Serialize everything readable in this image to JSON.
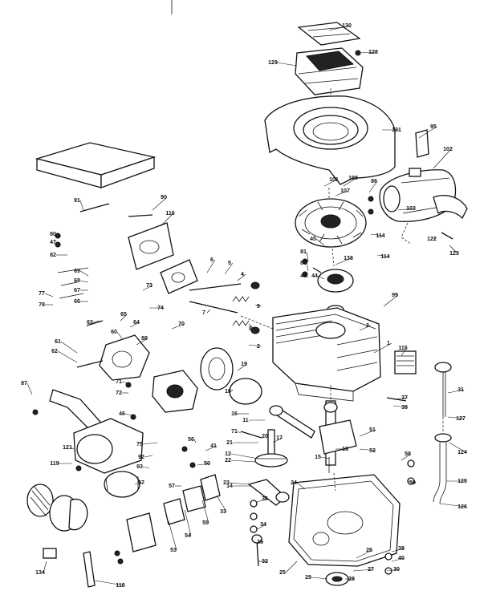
{
  "diagram": {
    "labels": [
      "130",
      "128",
      "129",
      "131",
      "95",
      "102",
      "101",
      "107",
      "108",
      "86",
      "90",
      "91",
      "110",
      "80",
      "47",
      "82",
      "81",
      "83",
      "48",
      "69",
      "68",
      "67",
      "66",
      "65",
      "77",
      "78",
      "73",
      "74",
      "70",
      "60",
      "63",
      "64",
      "61",
      "62",
      "88",
      "71",
      "72",
      "87",
      "46",
      "75",
      "71",
      "45",
      "99",
      "44",
      "138",
      "114",
      "114",
      "103",
      "122",
      "123",
      "1",
      "3",
      "115",
      "37",
      "38",
      "31",
      "127",
      "124",
      "125",
      "126",
      "51",
      "52",
      "58",
      "59",
      "15",
      "16",
      "17",
      "11",
      "12",
      "14",
      "20",
      "21",
      "22",
      "23",
      "24",
      "26",
      "27",
      "28",
      "29",
      "30",
      "32",
      "34",
      "35",
      "36",
      "39",
      "40",
      "41",
      "50",
      "56",
      "57",
      "92",
      "93",
      "97",
      "119",
      "121",
      "134",
      "118",
      "53",
      "54",
      "55",
      "33",
      "9",
      "8",
      "7",
      "6",
      "5",
      "4",
      "2",
      "13",
      "19",
      "18",
      "25"
    ]
  }
}
